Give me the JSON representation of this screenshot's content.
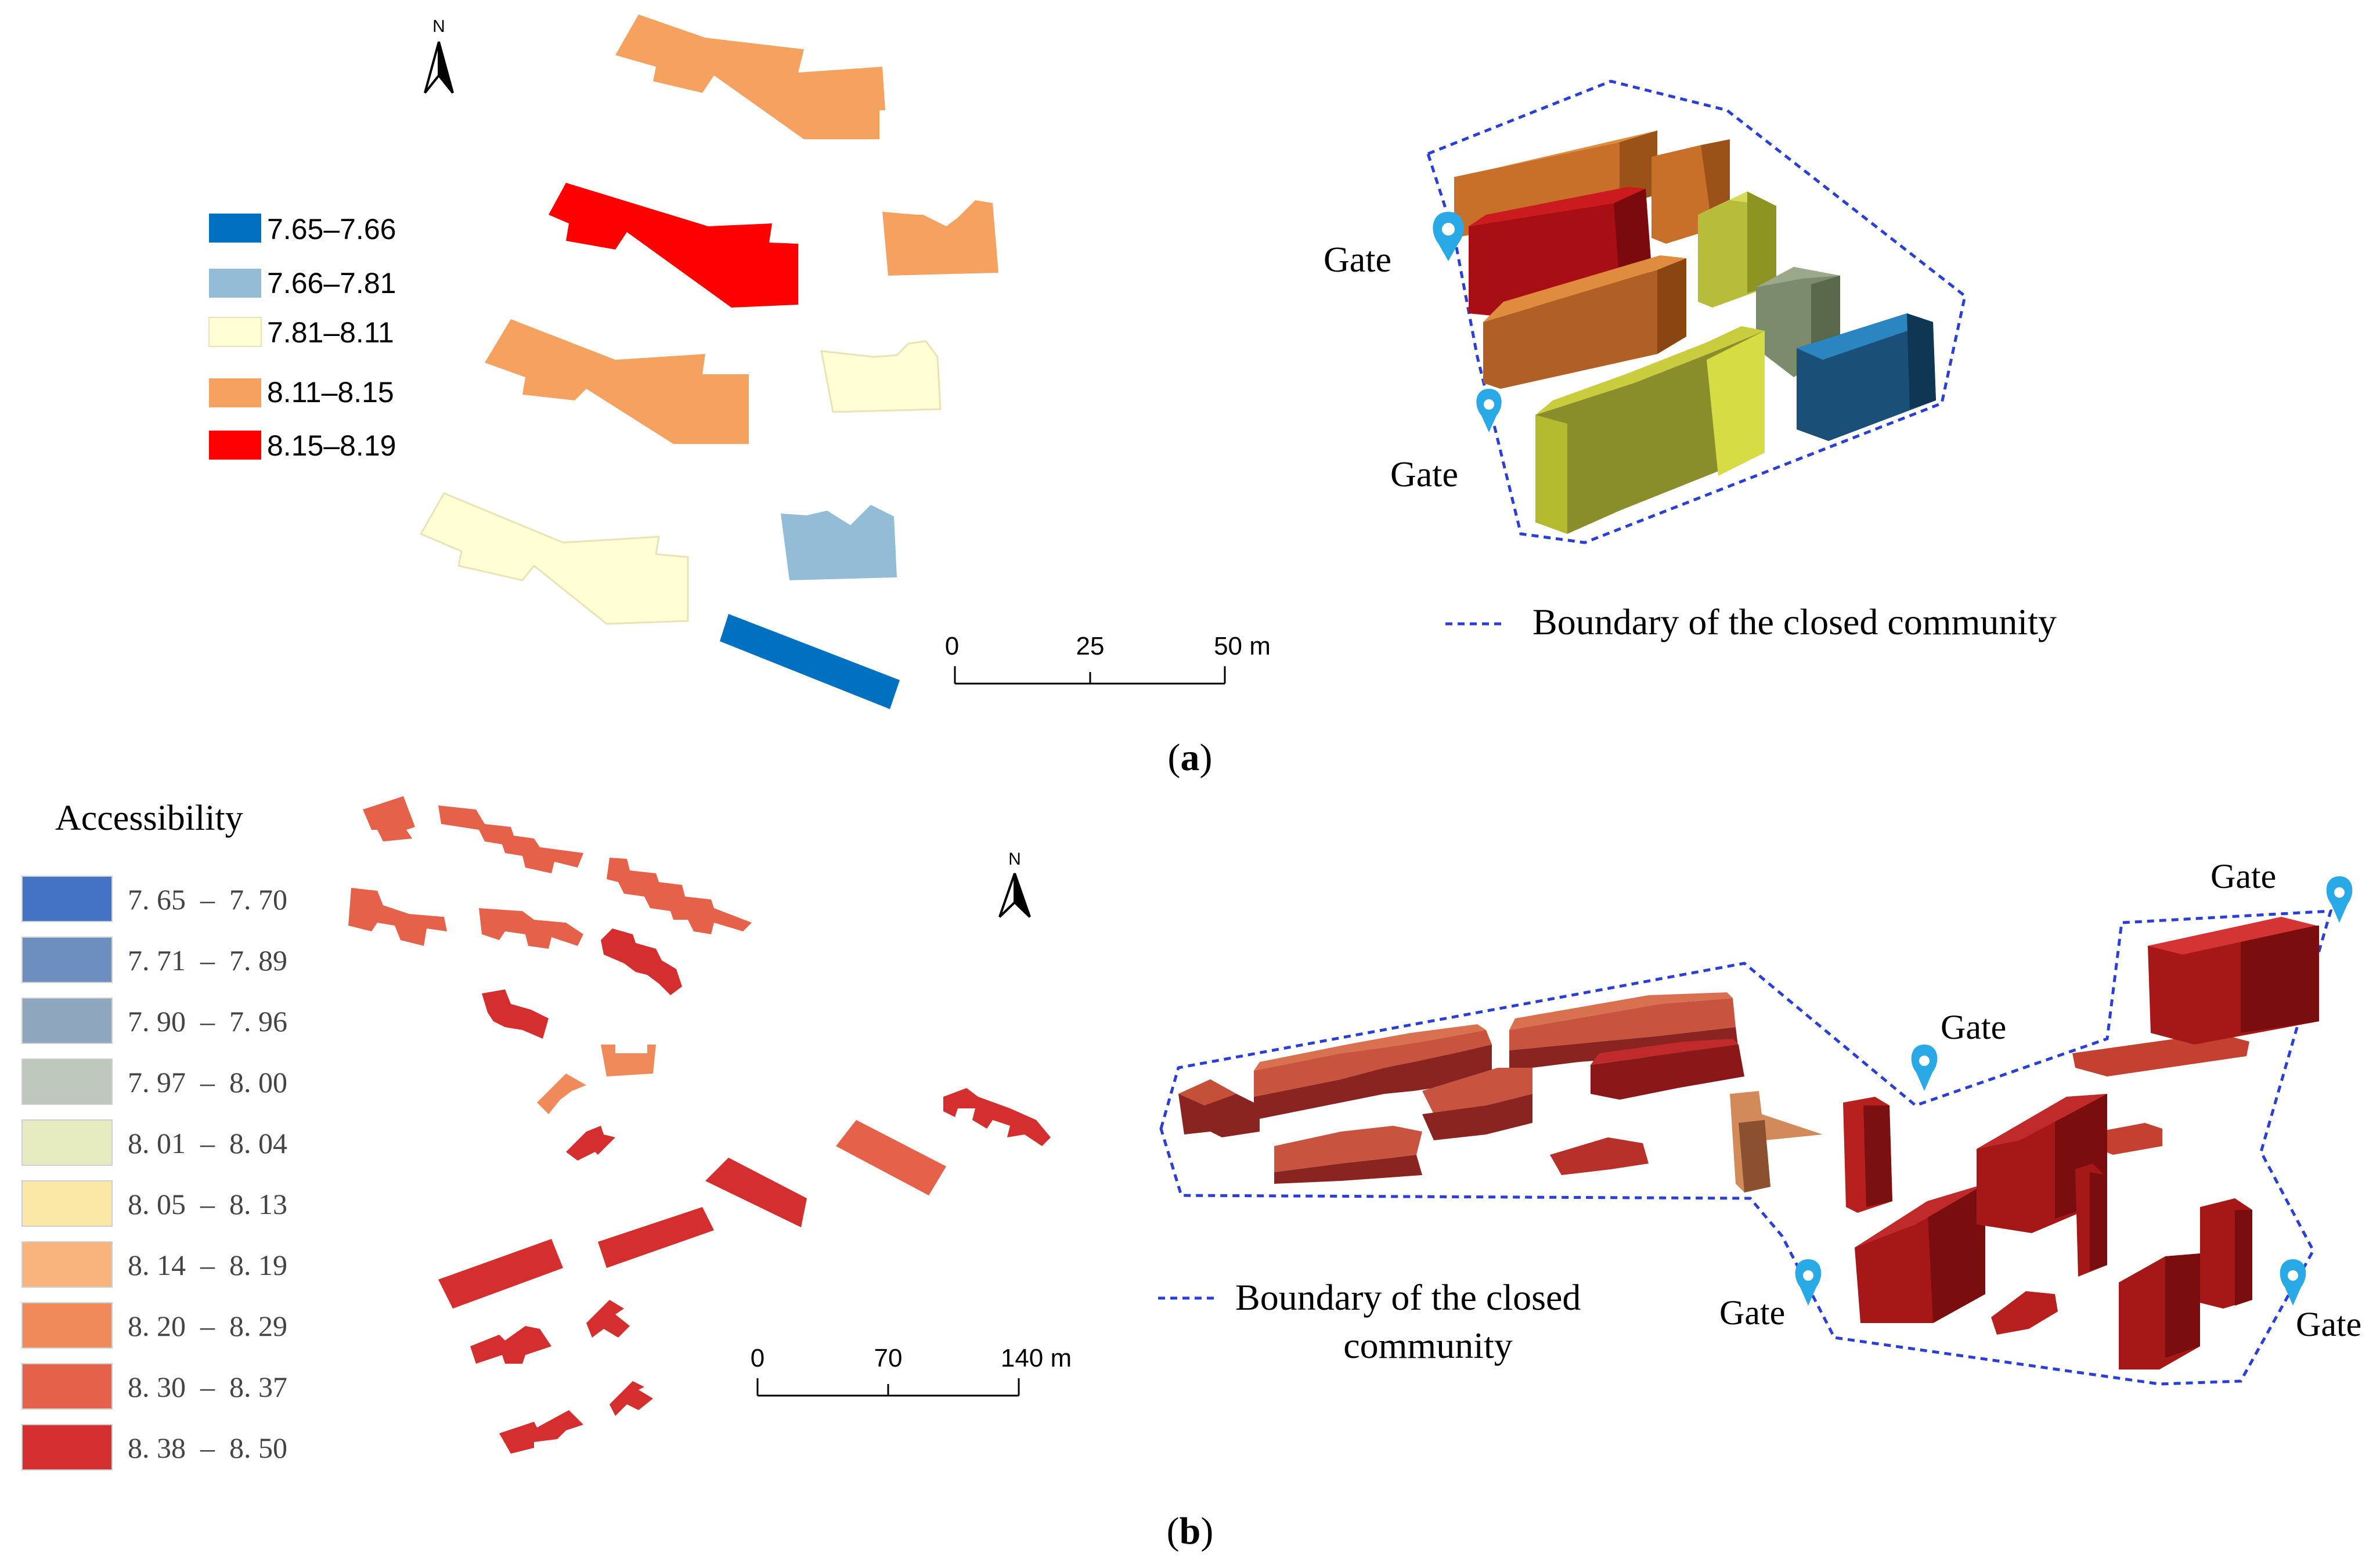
{
  "panel_a": {
    "caption_open": "(",
    "caption_letter": "a",
    "caption_close": ")",
    "north": "N",
    "legend": [
      {
        "label": "7.65–7.66",
        "color": "#0070c0"
      },
      {
        "label": "7.66–7.81",
        "color": "#93bcd6"
      },
      {
        "label": "7.81–8.11",
        "color": "#fffed5"
      },
      {
        "label": "8.11–8.15",
        "color": "#f5a15f"
      },
      {
        "label": "8.15–8.19",
        "color": "#ff0000"
      }
    ],
    "scale": {
      "ticks": [
        "0",
        "25",
        "50 m"
      ]
    },
    "gates": [
      "Gate",
      "Gate"
    ],
    "boundary_label": "Boundary of the closed community"
  },
  "panel_b": {
    "caption_open": "(",
    "caption_letter": "b",
    "caption_close": ")",
    "north": "N",
    "legend_title": "Accessibility",
    "legend": [
      {
        "label": "7. 65  –  7. 70",
        "color": "#4472c4"
      },
      {
        "label": "7. 71  –  7. 89",
        "color": "#6d8fc0"
      },
      {
        "label": "7. 90  –  7. 96",
        "color": "#8fa6bf"
      },
      {
        "label": "7. 97  –  8. 00",
        "color": "#bfc8bd"
      },
      {
        "label": "8. 01  –  8. 04",
        "color": "#e6ecc0"
      },
      {
        "label": "8. 05  –  8. 13",
        "color": "#fce8a6"
      },
      {
        "label": "8. 14  –  8. 19",
        "color": "#f8b47c"
      },
      {
        "label": "8. 20  –  8. 29",
        "color": "#f08a5a"
      },
      {
        "label": "8. 30  –  8. 37",
        "color": "#e5614a"
      },
      {
        "label": "8. 38  –  8. 50",
        "color": "#d42e2e"
      }
    ],
    "scale": {
      "ticks": [
        "0",
        "70",
        "140 m"
      ]
    },
    "gates": [
      "Gate",
      "Gate",
      "Gate",
      "Gate"
    ],
    "boundary_label_line1": "Boundary of the closed",
    "boundary_label_line2": "community"
  }
}
